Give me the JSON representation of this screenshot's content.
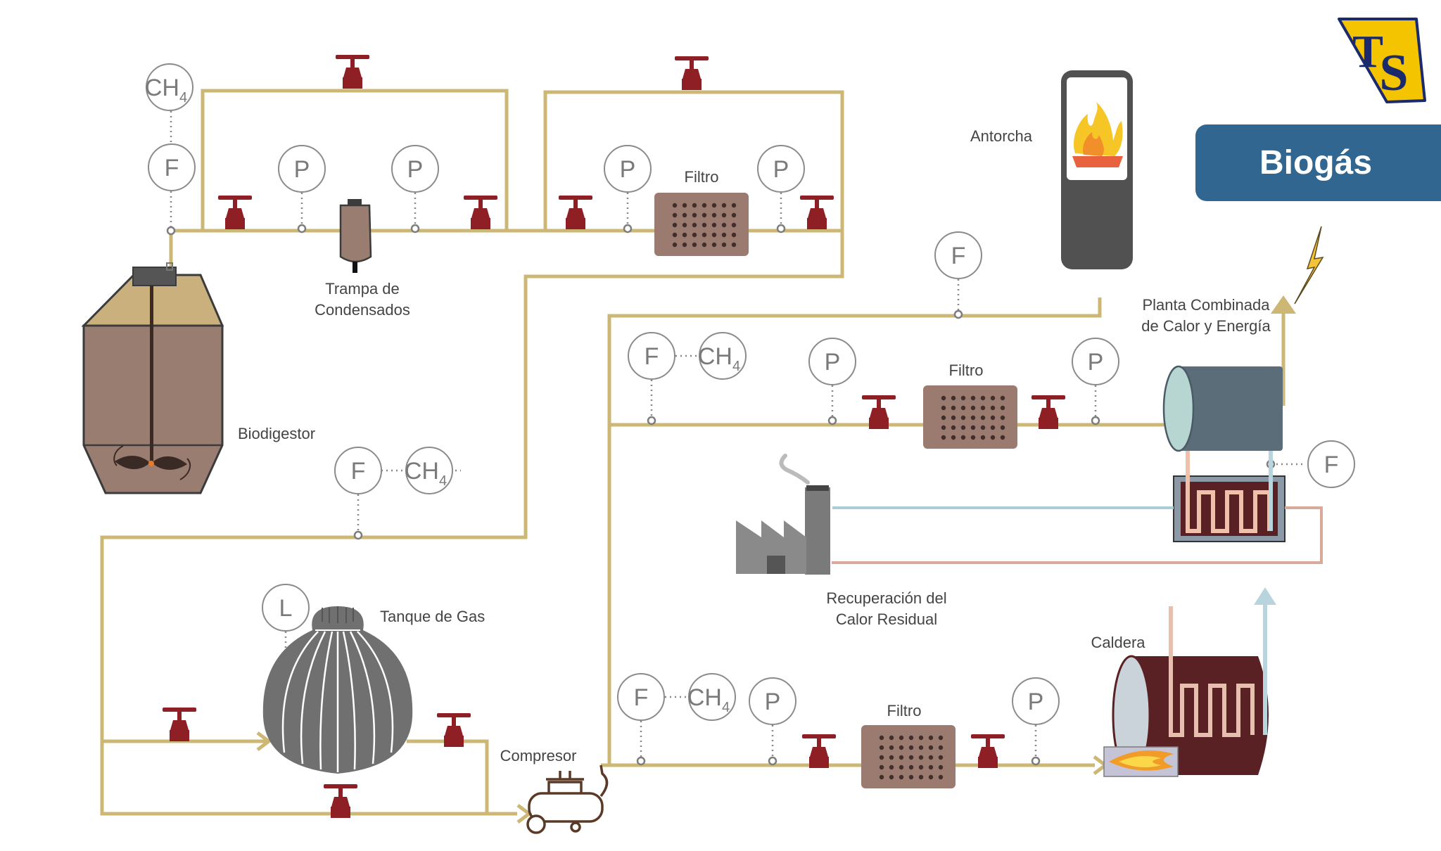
{
  "title": "Biogás",
  "logo": {
    "text": "TS",
    "colors": {
      "yellow": "#f4c400",
      "navy": "#1a2a6c"
    }
  },
  "colors": {
    "pipe": "#cdb774",
    "valve": "#8e1f25",
    "filter": "#9b7a6f",
    "hot_line": "#dba99a",
    "cold_line": "#a9cfd4",
    "title_badge": "#306690"
  },
  "instruments": {
    "flow": "F",
    "pressure": "P",
    "level": "L",
    "methane": "CH",
    "methane_sub": "4"
  },
  "components": {
    "biodigester": "Biodigestor",
    "condensate_trap": [
      "Trampa de",
      "Condensados"
    ],
    "filter": "Filtro",
    "gas_tank": "Tanque de Gas",
    "compressor": "Compresor",
    "torch": "Antorcha",
    "chp": [
      "Planta Combinada",
      "de Calor y Energía"
    ],
    "heat_recovery": [
      "Recuperación del",
      "Calor Residual"
    ],
    "boiler": "Caldera"
  }
}
